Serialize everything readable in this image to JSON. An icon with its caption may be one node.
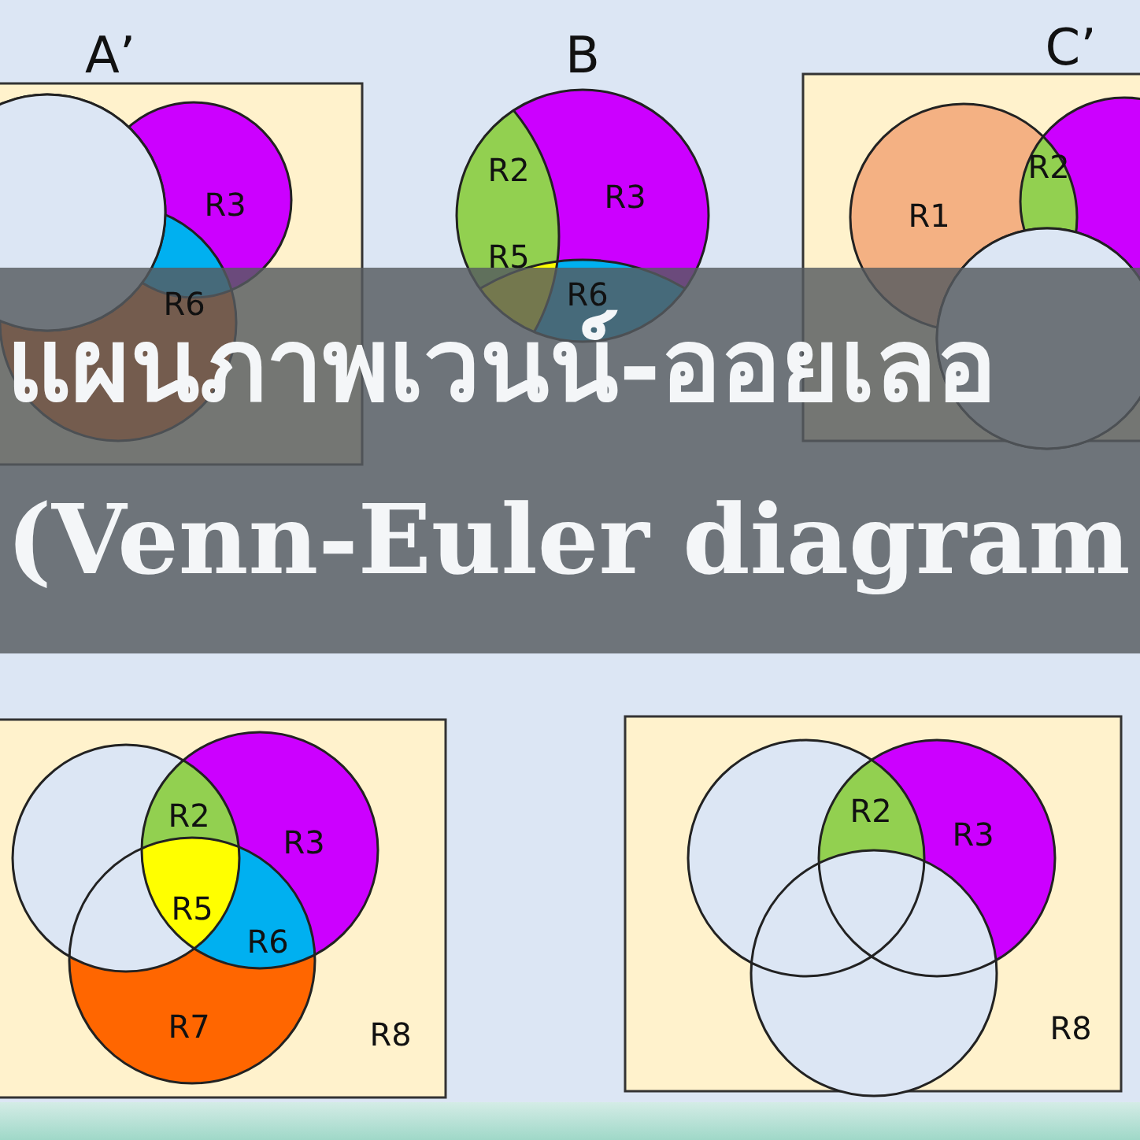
{
  "diagram": {
    "title": "แผนภาพเวนน์-ออยเลอ",
    "caption": "(Venn-Euler diagram",
    "labels": [
      "A’",
      "B",
      "C’",
      "R2",
      "R3",
      "R3",
      "R2",
      "R1",
      "R5",
      "R6",
      "R6",
      "R2",
      "R2",
      "R3",
      "R3",
      "R5",
      "R6",
      "R7",
      "R8",
      "R8"
    ]
  }
}
